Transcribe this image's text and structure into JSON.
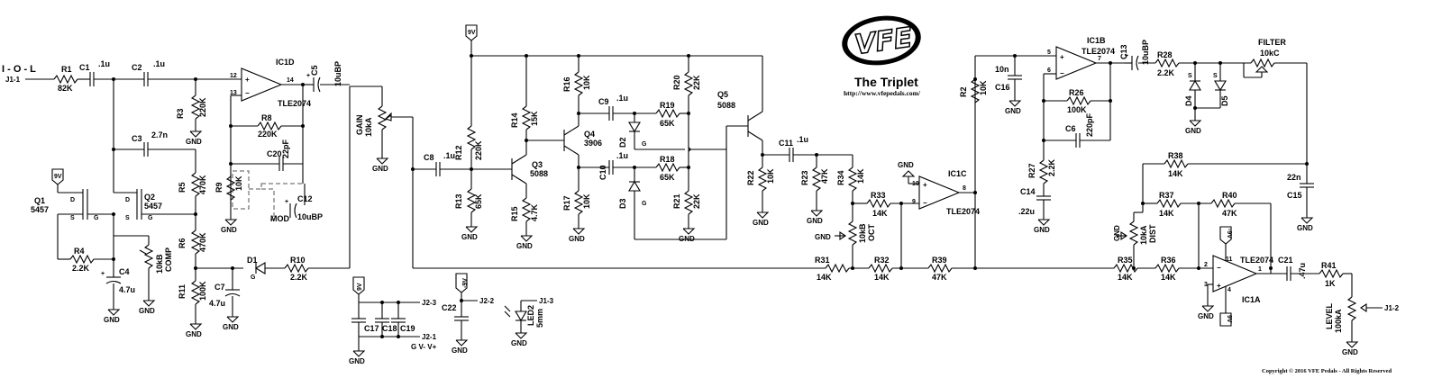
{
  "title": "The Triplet",
  "url": "http://www.vfepedals.com/",
  "copyright": "Copyright © 2016 VFE Pedals - All Rights Reserved",
  "logo": "VFE",
  "io": "I - O - L",
  "conn": {
    "j11": "J1-1",
    "j12": "J1-2",
    "j13": "J1-3",
    "j21": "J2-1",
    "j22": "J2-2",
    "j23": "J2-3",
    "gvv": "G V- V+"
  },
  "power": {
    "v9": "9V",
    "vneg": "-9V",
    "gnd": "GND"
  },
  "pins": {
    "g": "G",
    "s": "S",
    "d": "D",
    "p12": "12",
    "p13": "13",
    "p14": "14",
    "p10": "10",
    "p9": "9",
    "p8": "8",
    "p5": "5",
    "p6": "6",
    "p7": "7",
    "p2": "2",
    "p3": "3",
    "p1": "1",
    "p11": "11",
    "p4": "4",
    "plus": "+",
    "minus": "−"
  },
  "ic": {
    "ic1d": "IC1D",
    "ic1c": "IC1C",
    "ic1b": "IC1B",
    "ic1a": "IC1A",
    "tle": "TLE2074"
  },
  "transistors": {
    "q1": "Q1",
    "q1v": "5457",
    "q2": "Q2",
    "q2v": "5457",
    "q3": "Q3",
    "q3v": "5088",
    "q4": "Q4",
    "q4v": "3906",
    "q5": "Q5",
    "q5v": "5088"
  },
  "res": {
    "r1": "R1",
    "r1v": "82K",
    "r2": "R2",
    "r2v": "10K",
    "r3": "R3",
    "r3v": "220K",
    "r4": "R4",
    "r4v": "2.2K",
    "r5": "R5",
    "r5v": "470K",
    "r6": "R6",
    "r6v": "470K",
    "r8": "R8",
    "r8v": "220K",
    "r9": "R9",
    "r9v": "10K",
    "r10": "R10",
    "r10v": "2.2K",
    "r11": "R11",
    "r11v": "100K",
    "r12": "R12",
    "r12v": "220K",
    "r13": "R13",
    "r13v": "65K",
    "r14": "R14",
    "r14v": "15K",
    "r15": "R15",
    "r15v": "4.7K",
    "r16": "R16",
    "r16v": "10K",
    "r17": "R17",
    "r17v": "10K",
    "r18": "R18",
    "r18v": "65K",
    "r19": "R19",
    "r19v": "65K",
    "r20": "R20",
    "r20v": "22K",
    "r21": "R21",
    "r21v": "22K",
    "r22": "R22",
    "r22v": "10K",
    "r23": "R23",
    "r23v": "47K",
    "r26": "R26",
    "r26v": "100K",
    "r27": "R27",
    "r27v": "2.2K",
    "r28": "R28",
    "r28v": "2.2K",
    "r31": "R31",
    "r31v": "14K",
    "r32": "R32",
    "r32v": "14K",
    "r33": "R33",
    "r33v": "14K",
    "r34": "R34",
    "r34v": "14K",
    "r35": "R35",
    "r35v": "14K",
    "r36": "R36",
    "r36v": "14K",
    "r37": "R37",
    "r37v": "14K",
    "r38": "R38",
    "r38v": "14K",
    "r39": "R39",
    "r39v": "47K",
    "r40": "R40",
    "r40v": "47K",
    "r41": "R41",
    "r41v": "1K"
  },
  "caps": {
    "c1": "C1",
    "c1v": ".1u",
    "c2": "C2",
    "c2v": ".1u",
    "c3": "C3",
    "c3v": "2.7n",
    "c4": "C4",
    "c4v": "4.7u",
    "c5": "C5",
    "c5v": "10uBP",
    "c6": "C6",
    "c6v": "220pF",
    "c7": "C7",
    "c7v": "4.7u",
    "c8": "C8",
    "c8v": ".1u",
    "c9": "C9",
    "c9v": ".1u",
    "c10": "C10",
    "c10v": ".1u",
    "c11": "C11",
    "c11v": ".1u",
    "c12": "C12",
    "c12v": "10uBP",
    "c13": "C13",
    "c13v": "10uBP",
    "c14": "C14",
    "c14v": ".22u",
    "c15": "C15",
    "c15v": "22n",
    "c16": "C16",
    "c16v": "10n",
    "c17": "C17",
    "c18": "C18",
    "c19": "C19",
    "c20": "C20",
    "c20v": "22pF",
    "c21": "C21",
    "c21v": ".47u",
    "c22": "C22"
  },
  "diodes": {
    "d1": "D1",
    "d2": "D2",
    "d3": "D3",
    "d4": "D4",
    "d5": "D5",
    "s": "S",
    "led": "LED2",
    "led_size": "5mm"
  },
  "pots": {
    "gain": "GAIN",
    "gainv": "10kA",
    "comp": "COMP",
    "compv": "10kB",
    "mod": "MOD",
    "oct": "OCT",
    "octv": "10kB",
    "dist": "DIST",
    "distv": "10kA",
    "filter": "FILTER",
    "filterv": "10kC",
    "level": "LEVEL",
    "levelv": "100kA"
  }
}
